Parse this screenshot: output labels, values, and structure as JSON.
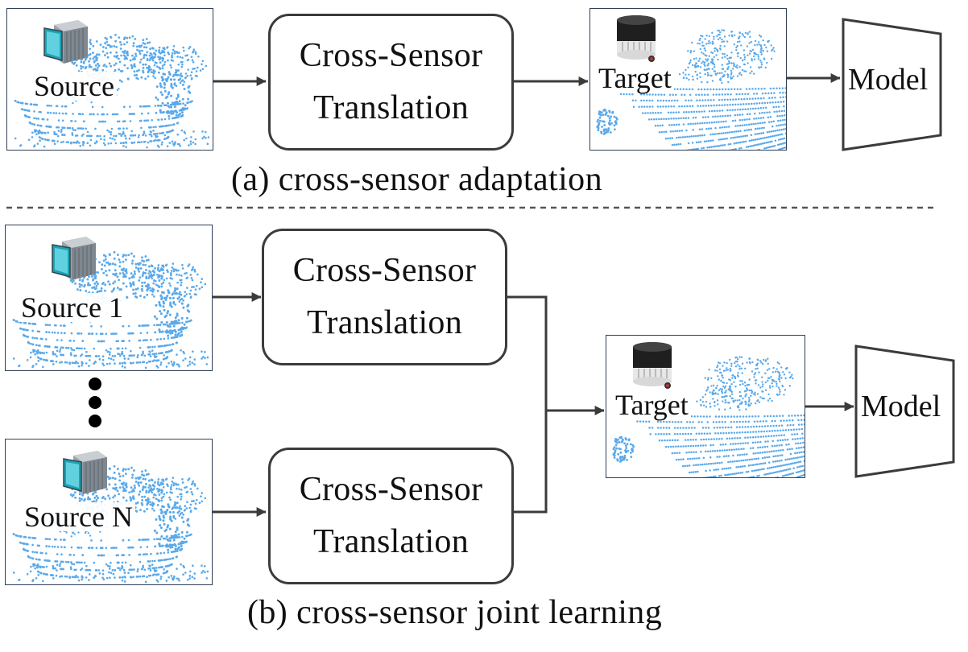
{
  "panel_a": {
    "source_label": "Source",
    "translation_line1": "Cross-Sensor",
    "translation_line2": "Translation",
    "target_label": "Target",
    "model_label": "Model",
    "caption": "(a) cross-sensor adaptation"
  },
  "panel_b": {
    "source1_label": "Source 1",
    "sourceN_label": "Source N",
    "translation_line1": "Cross-Sensor",
    "translation_line2": "Translation",
    "target_label": "Target",
    "model_label": "Model",
    "caption": "(b) cross-sensor joint learning"
  },
  "colors": {
    "point_cloud": "#5aa9ea",
    "stroke": "#3b3b3b",
    "divider": "#555555"
  },
  "icons": {
    "source_sensor": "solid-state-lidar-icon",
    "target_sensor": "spinning-lidar-icon",
    "more_sources": "vertical-ellipsis-icon"
  }
}
